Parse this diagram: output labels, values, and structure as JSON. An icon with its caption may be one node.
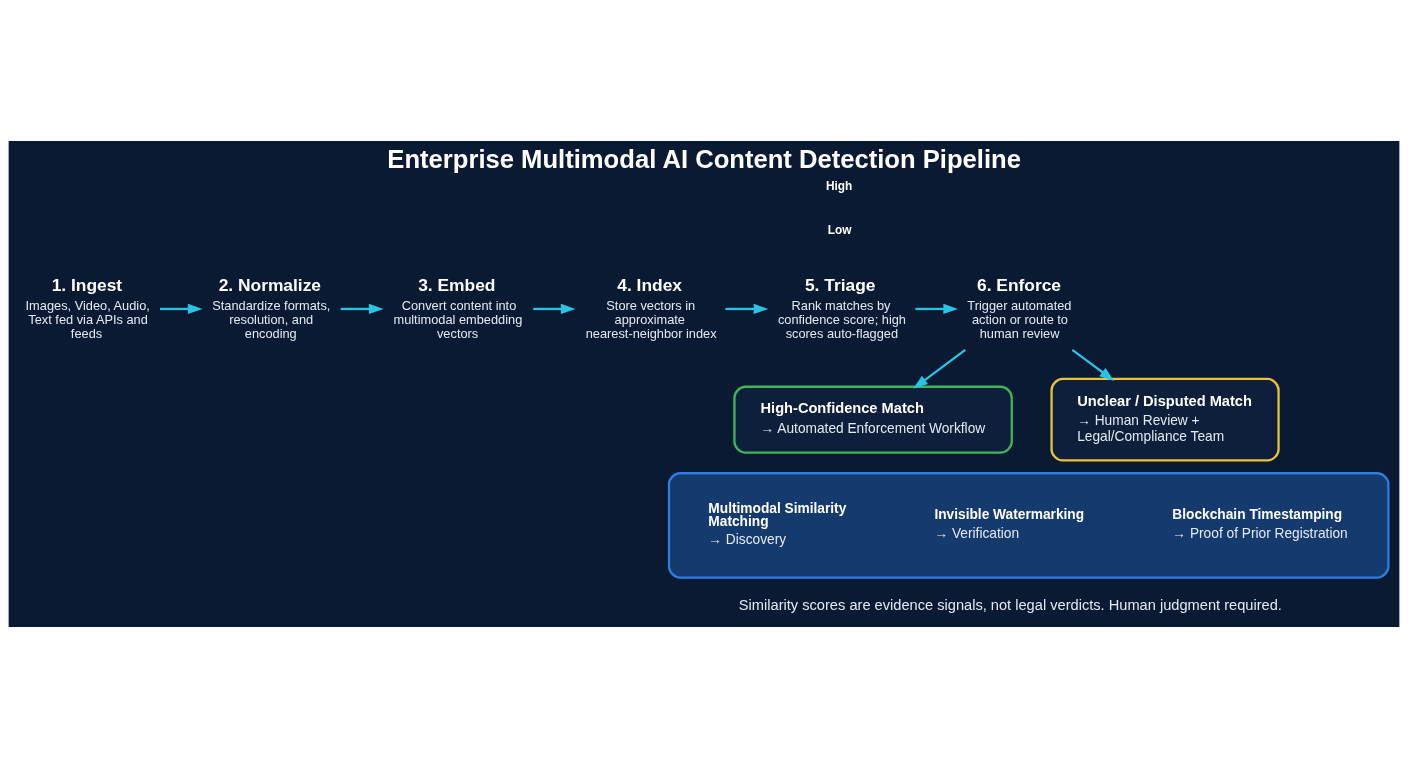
{
  "diagram": {
    "title": "Enterprise Multimodal AI Content Detection Pipeline",
    "caption": "Similarity scores are evidence signals, not legal verdicts. Human judgment required.",
    "nodes": [
      {
        "text": [
          "1. Ingest",
          "Images, Video, Audio, Text fed via APIs and feeds"
        ]
      },
      {
        "text": [
          "2. Normalize",
          "Standardize formats, resolution, and encoding"
        ]
      },
      {
        "text": [
          "3. Embed",
          "Convert content into multimodal embedding vectors"
        ]
      },
      {
        "text": [
          "4. Index",
          "Store vectors in approximate nearest-neighbor index"
        ]
      },
      {
        "text": [
          "5. Triage",
          "Rank matches by confidence score; high scores auto-flagged"
        ]
      },
      {
        "text": [
          "6. Enforce",
          "Trigger automated action or route to human review"
        ]
      },
      {
        "text": [
          "High-Confidence Match",
          "→ Automated Enforcement Workflow"
        ]
      },
      {
        "text": [
          "Unclear / Disputed Match",
          "→ Human Review + Legal/Compliance Team"
        ]
      },
      {
        "text": [],
        "shape": "box"
      },
      {
        "text": [
          "Multimodal Similarity Matching",
          "→ Discovery"
        ],
        "in": 8
      },
      {
        "text": [
          "Invisible Watermarking",
          "→ Verification"
        ],
        "in": 8
      },
      {
        "text": [
          "Blockchain Timestamping",
          "→ Proof of Prior Registration"
        ],
        "in": 8
      }
    ],
    "edges": [
      {
        "from": 0,
        "to": 1,
        "arrow": "to"
      },
      {
        "from": 1,
        "to": 2,
        "arrow": "to"
      },
      {
        "from": 2,
        "to": 3,
        "arrow": "to"
      },
      {
        "from": 3,
        "to": 4,
        "arrow": "to"
      },
      {
        "from": 4,
        "to": 5,
        "arrow": "to"
      },
      {
        "from": 5,
        "to": 6,
        "arrow": "to"
      },
      {
        "from": 5,
        "to": 7,
        "arrow": "to"
      }
    ],
    "labels": [
      "High",
      "Low"
    ]
  }
}
